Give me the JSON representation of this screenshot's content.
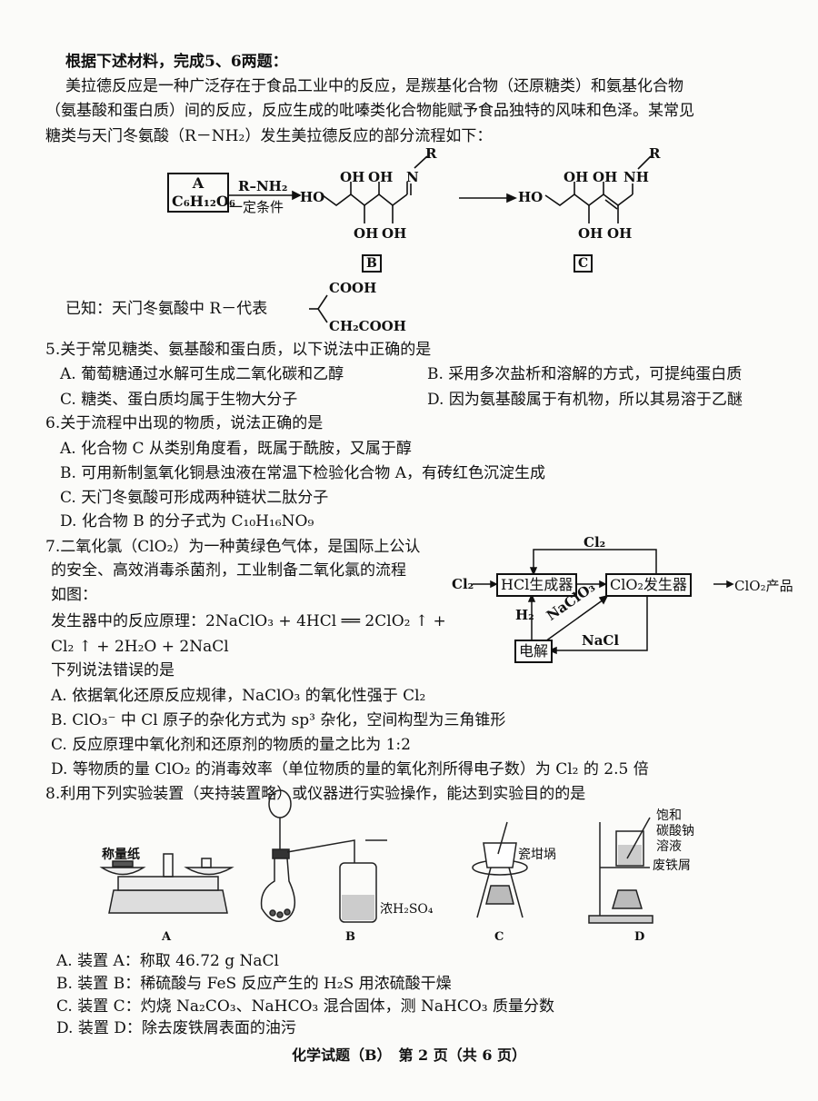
{
  "intro": "根据下述材料，完成5、6两题：",
  "passage": [
    "美拉德反应是一种广泛存在于食品工业中的反应，是羰基化合物（还原糖类）和氨基化合物",
    "（氨基酸和蛋白质）间的反应，反应生成的吡嗪类化合物能赋予食品独特的风味和色泽。某常见",
    "糖类与天门冬氨酸（R－NH₂）发生美拉德反应的部分流程如下："
  ],
  "scheme": {
    "A_label": "A",
    "A_formula": "C₆H₁₂O₆",
    "reagent": "R–NH₂",
    "condition": "一定条件",
    "B_label": "B",
    "C_label": "C",
    "OH": "OH",
    "HO": "HO",
    "N": "N",
    "NH": "NH",
    "R": "R",
    "known": "已知：天门冬氨酸中 R－代表",
    "COOH": "COOH",
    "CH2COOH": "CH₂COOH"
  },
  "q5": {
    "stem": "5.关于常见糖类、氨基酸和蛋白质，以下说法中正确的是",
    "A": "A. 葡萄糖通过水解可生成二氧化碳和乙醇",
    "B": "B. 采用多次盐析和溶解的方式，可提纯蛋白质",
    "C": "C. 糖类、蛋白质均属于生物大分子",
    "D": "D. 因为氨基酸属于有机物，所以其易溶于乙醚"
  },
  "q6": {
    "stem": "6.关于流程中出现的物质，说法正确的是",
    "A": "A. 化合物 C 从类别角度看，既属于酰胺，又属于醇",
    "B": "B. 可用新制氢氧化铜悬浊液在常温下检验化合物 A，有砖红色沉淀生成",
    "C": "C. 天门冬氨酸可形成两种链状二肽分子",
    "D": "D. 化合物 B 的分子式为 C₁₀H₁₆NO₉"
  },
  "q7": {
    "stem": [
      "7.二氧化氯（ClO₂）为一种黄绿色气体，是国际上公认",
      "的安全、高效消毒杀菌剂，工业制备二氧化氯的流程",
      "如图：",
      "发生器中的反应原理：2NaClO₃ + 4HCl ══ 2ClO₂ ↑ +",
      "Cl₂ ↑ + 2H₂O + 2NaCl",
      "下列说法错误的是"
    ],
    "A": "A. 依据氧化还原反应规律，NaClO₃ 的氧化性强于 Cl₂",
    "B": "B. ClO₃⁻ 中 Cl 原子的杂化方式为 sp³ 杂化，空间构型为三角锥形",
    "C": "C. 反应原理中氧化剂和还原剂的物质的量之比为 1:2",
    "D": "D. 等物质的量 ClO₂ 的消毒效率（单位物质的量的氧化剂所得电子数）为 Cl₂ 的 2.5 倍",
    "flow": {
      "cl2_in": "Cl₂",
      "hcl_gen": "HCl生成器",
      "clo2_gen": "ClO₂发生器",
      "product": "ClO₂产品",
      "cl2_loop": "Cl₂",
      "h2": "H₂",
      "naclo3": "NaClO₃",
      "nacl": "NaCl",
      "electrolysis": "电解"
    }
  },
  "q8": {
    "stem": "8.利用下列实验装置（夹持装置略）或仪器进行实验操作，能达到实验目的的是",
    "apparatus": {
      "weigh_paper": "称量纸",
      "conc_h2so4": "浓H₂SO₄",
      "crucible": "瓷坩埚",
      "sat1": "饱和",
      "sat2": "碳酸钠",
      "sat3": "溶液",
      "scrap": "废铁屑",
      "labels": [
        "A",
        "B",
        "C",
        "D"
      ]
    },
    "A": "A. 装置 A：称取 46.72 g NaCl",
    "B": "B. 装置 B：稀硫酸与 FeS 反应产生的 H₂S 用浓硫酸干燥",
    "C": "C. 装置 C：灼烧 Na₂CO₃、NaHCO₃ 混合固体，测 NaHCO₃ 质量分数",
    "D": "D. 装置 D：除去废铁屑表面的油污"
  },
  "footer": "化学试题（B）　第 2 页（共 6 页）"
}
